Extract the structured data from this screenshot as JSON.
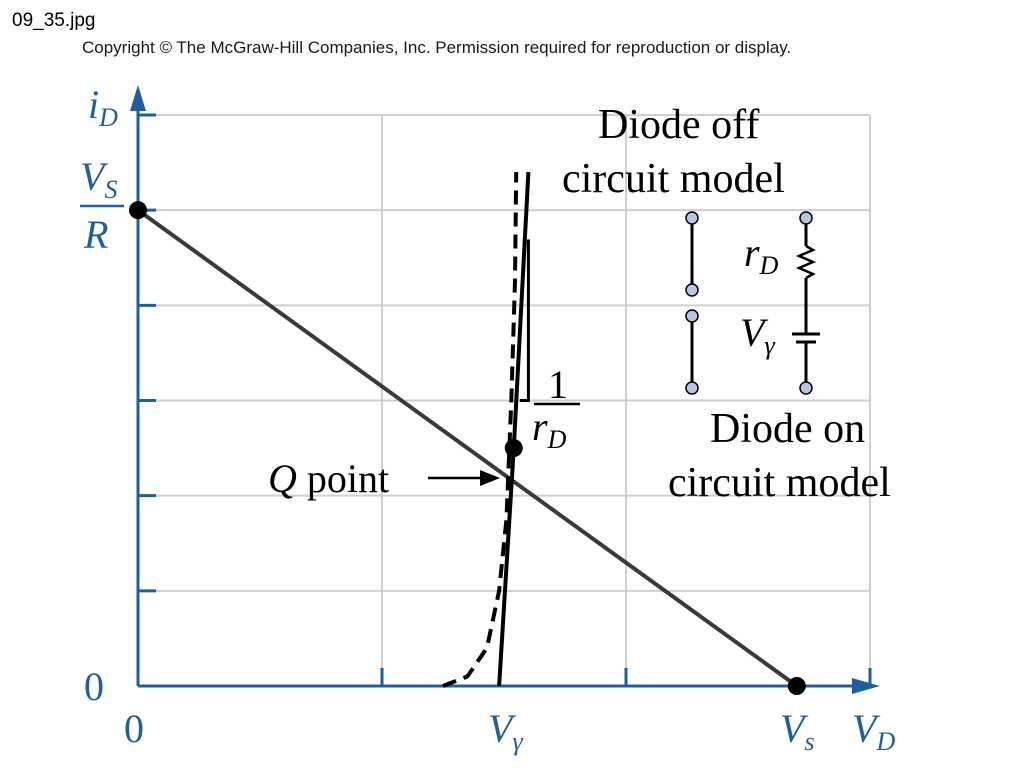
{
  "file_label": "09_35.jpg",
  "copyright": "Copyright © The McGraw-Hill Companies, Inc. Permission required for reproduction or display.",
  "colors": {
    "axis": "#1f5fa0",
    "grid": "#cfcfcf",
    "load_line": "#3a3a3a",
    "curve": "#000000",
    "model_node": "#b8c7e0"
  },
  "chart_data": {
    "type": "line",
    "title": "",
    "xlabel": {
      "main": "V",
      "sub": "D"
    },
    "ylabel": {
      "main": "i",
      "sub": "D"
    },
    "x_ticks": [
      {
        "label": "0"
      },
      {
        "label": "V",
        "sub": "γ"
      },
      {
        "label": "V",
        "sub": "s"
      }
    ],
    "y_ticks": [
      {
        "label": "0"
      },
      {
        "label": "V",
        "sub": "S",
        "denominator": "R"
      }
    ],
    "series": [
      {
        "kind": "load_line",
        "points": [
          [
            0,
            1.0
          ],
          [
            2.7,
            0.0
          ]
        ]
      },
      {
        "kind": "piecewise_linear",
        "points": [
          [
            1.48,
            0.0
          ],
          [
            1.54,
            0.5
          ],
          [
            1.6,
            1.08
          ]
        ]
      },
      {
        "kind": "actual_diode_dashed",
        "points": [
          [
            1.25,
            0.0
          ],
          [
            1.35,
            0.02
          ],
          [
            1.43,
            0.08
          ],
          [
            1.48,
            0.2
          ],
          [
            1.51,
            0.35
          ],
          [
            1.53,
            0.6
          ],
          [
            1.545,
            0.85
          ],
          [
            1.55,
            1.08
          ]
        ]
      }
    ],
    "q_point": {
      "x": 1.54,
      "y": 0.5,
      "label_main": "Q",
      "label_rest": " point"
    },
    "points": [
      {
        "x": 0,
        "y": 1.0
      },
      {
        "x": 2.7,
        "y": 0.0
      }
    ],
    "slope_label": {
      "numerator": "1",
      "denominator_main": "r",
      "denominator_sub": "D"
    },
    "annotations": {
      "diode_off": [
        "Diode off",
        "circuit model"
      ],
      "diode_on": [
        "Diode on",
        "circuit model"
      ],
      "rd": {
        "main": "r",
        "sub": "D"
      },
      "vgamma": {
        "main": "V",
        "sub": "γ"
      }
    },
    "xlim": [
      0,
      3.0
    ],
    "ylim": [
      0,
      1.2
    ],
    "grid": true
  }
}
